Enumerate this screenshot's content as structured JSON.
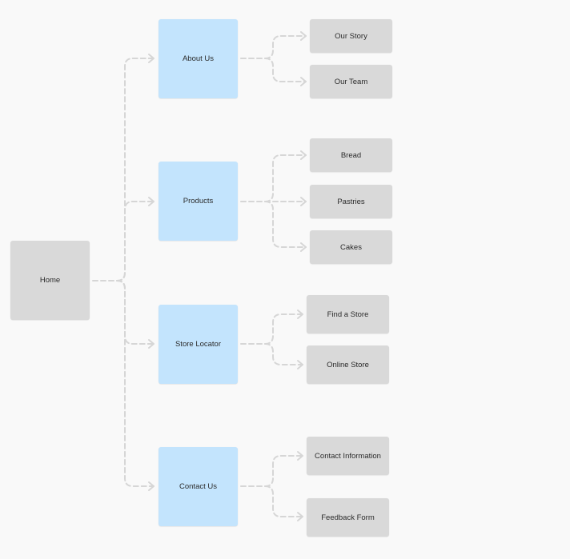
{
  "root": {
    "label": "Home"
  },
  "sections": [
    {
      "label": "About Us",
      "children": [
        "Our Story",
        "Our Team"
      ]
    },
    {
      "label": "Products",
      "children": [
        "Bread",
        "Pastries",
        "Cakes"
      ]
    },
    {
      "label": "Store Locator",
      "children": [
        "Find a Store",
        "Online Store"
      ]
    },
    {
      "label": "Contact Us",
      "children": [
        "Contact Information",
        "Feedback Form"
      ]
    }
  ],
  "colors": {
    "background": "#f9f9f9",
    "grey_node": "#d9d9d9",
    "blue_node": "#c3e4fd",
    "connector": "#d6d6d6",
    "text": "#2b2b2b"
  }
}
